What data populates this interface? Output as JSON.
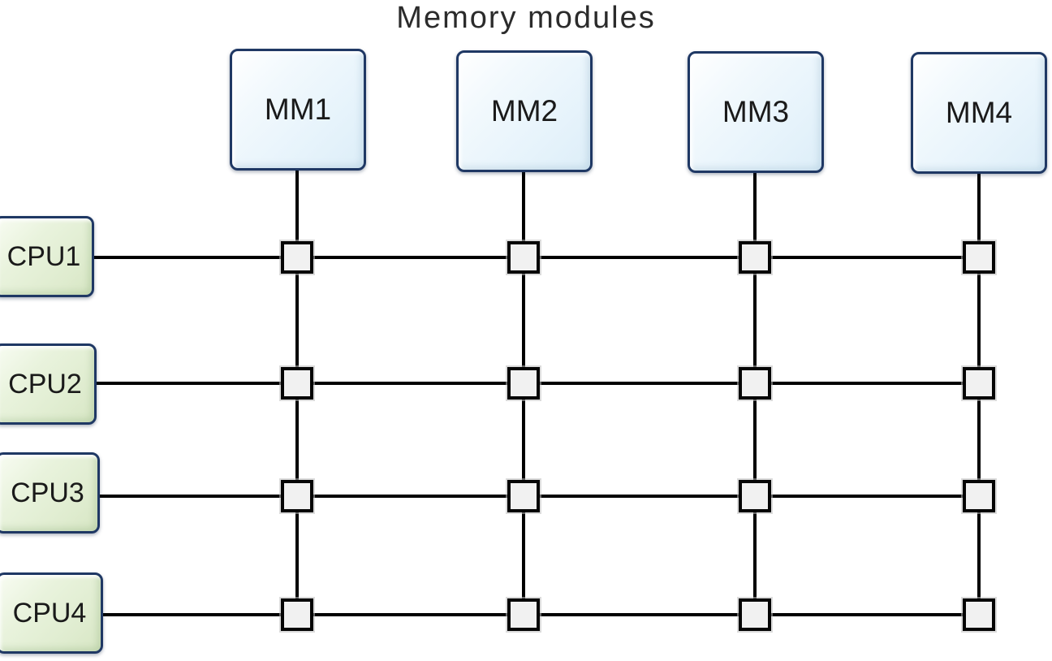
{
  "title": "Memory modules",
  "memory_modules": [
    {
      "label": "MM1"
    },
    {
      "label": "MM2"
    },
    {
      "label": "MM3"
    },
    {
      "label": "MM4"
    }
  ],
  "cpus": [
    {
      "label": "CPU1"
    },
    {
      "label": "CPU2"
    },
    {
      "label": "CPU3"
    },
    {
      "label": "CPU4"
    }
  ],
  "grid": {
    "rows": 4,
    "columns": 4,
    "crosspoint_switches": 16
  },
  "colors": {
    "memory_module_fill": "#e8f4fc",
    "cpu_fill": "#e2efd5",
    "box_border": "#1f3864",
    "connection_line": "#000000",
    "switch_fill": "#f1f1f1",
    "switch_border": "#050505",
    "title_text": "#2b2b2b",
    "label_text": "#1a1a1a"
  }
}
